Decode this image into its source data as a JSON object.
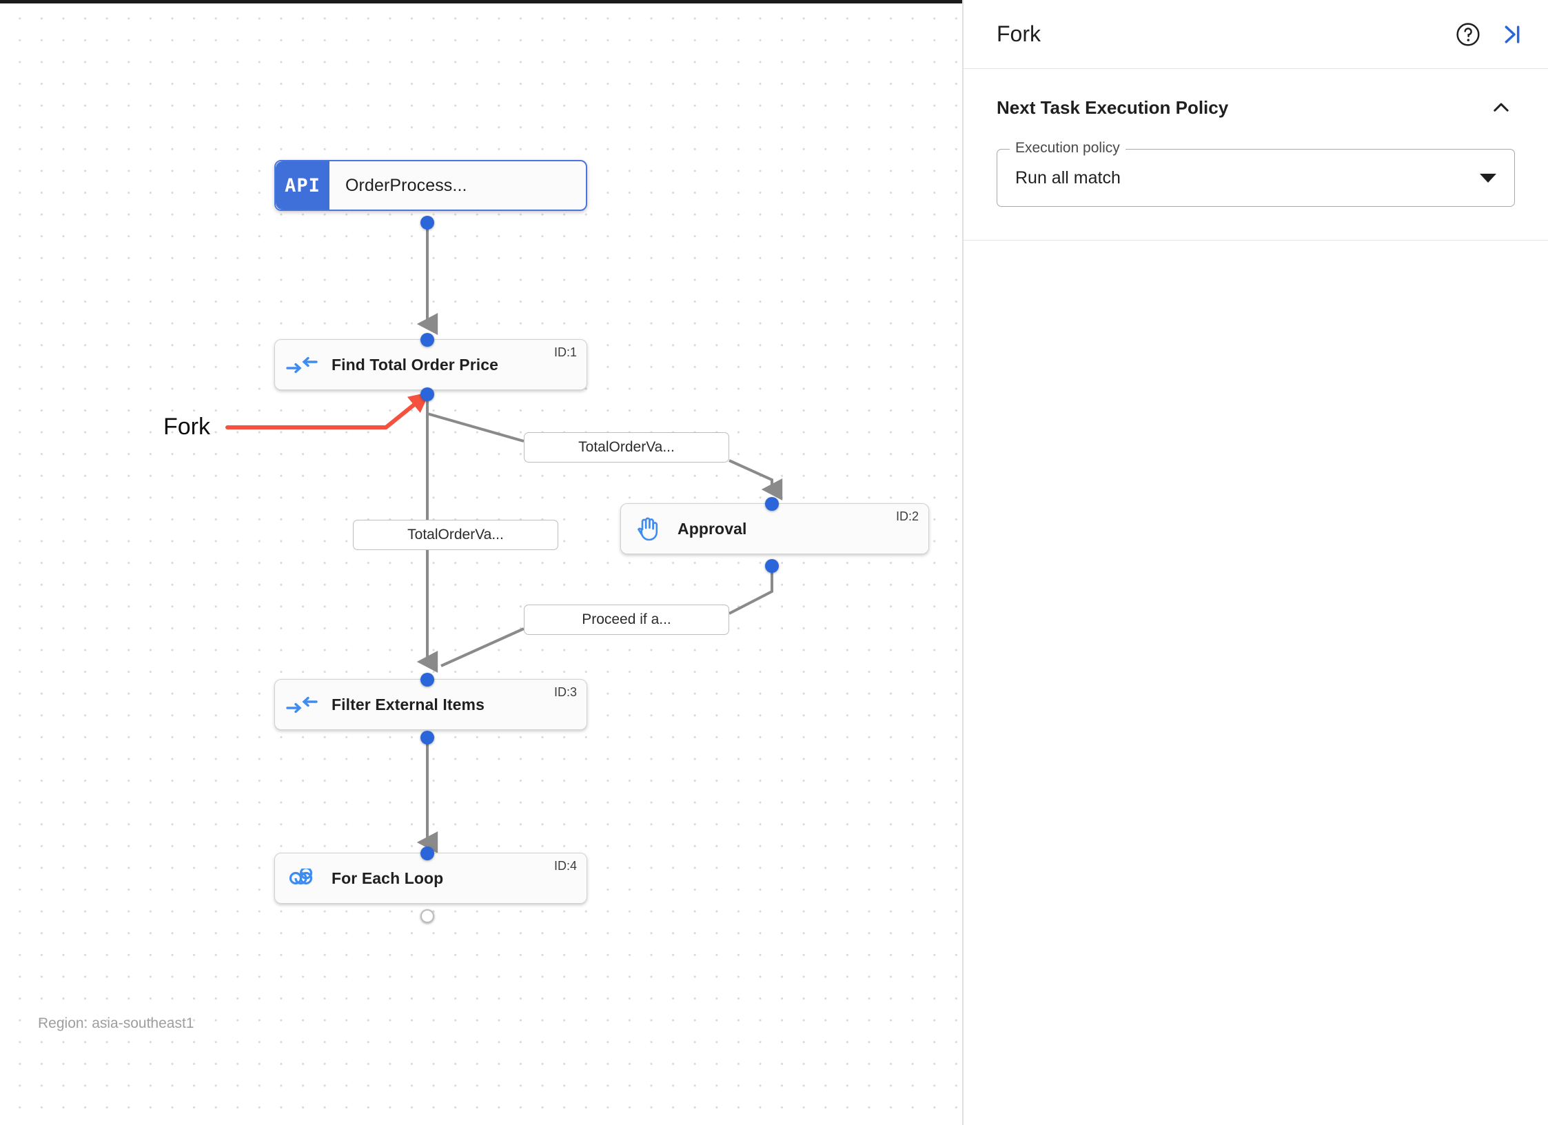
{
  "canvas": {
    "region_label": "Region: asia-southeast1",
    "annotation": {
      "label": "Fork",
      "color": "#f4513f"
    },
    "nodes": [
      {
        "id": "",
        "icon": "api-badge-icon",
        "badge": "API",
        "label": "OrderProcess...",
        "id_tag": "",
        "selected": true
      },
      {
        "id": "1",
        "icon": "converge-arrows-icon",
        "badge": "",
        "label": "Find Total Order Price",
        "id_tag": "ID:1",
        "selected": false
      },
      {
        "id": "2",
        "icon": "hand-pause-icon",
        "badge": "",
        "label": "Approval",
        "id_tag": "ID:2",
        "selected": false
      },
      {
        "id": "3",
        "icon": "converge-arrows-icon",
        "badge": "",
        "label": "Filter External Items",
        "id_tag": "ID:3",
        "selected": false
      },
      {
        "id": "4",
        "icon": "infinity-loop-icon",
        "badge": "",
        "label": "For Each Loop",
        "id_tag": "ID:4",
        "selected": false
      }
    ],
    "edge_labels": [
      {
        "text": "TotalOrderVa..."
      },
      {
        "text": "TotalOrderVa..."
      },
      {
        "text": "Proceed if a..."
      }
    ]
  },
  "panel": {
    "title": "Fork",
    "help_icon": "help-circle-icon",
    "collapse_icon": "collapse-panel-icon",
    "section": {
      "title": "Next Task Execution Policy",
      "collapse_icon": "chevron-up-icon",
      "field": {
        "legend": "Execution policy",
        "value": "Run all match",
        "caret_icon": "chevron-down-icon"
      }
    },
    "colors": {
      "accent": "#2a66d9",
      "node_api": "#3f6fd8",
      "annotation": "#f4513f"
    }
  }
}
